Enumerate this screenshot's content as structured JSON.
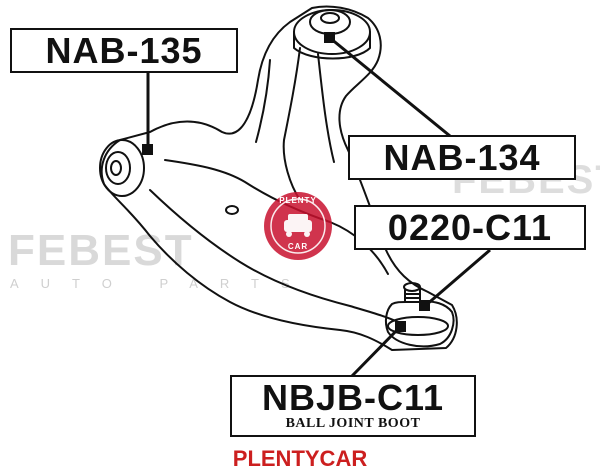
{
  "labels": {
    "nab_135": "NAB-135",
    "nab_134": "NAB-134",
    "c_0220_c11": "0220-C11",
    "nbjb_c11": "NBJB-C11",
    "ball_joint_boot": "BALL JOINT BOOT"
  },
  "watermarks": {
    "brand": "FEBEST",
    "brand_sub": "AUTO PARTS",
    "badge_top": "PLENTY",
    "badge_bottom": "CAR"
  },
  "footer": {
    "text": "PLENTYCAR"
  },
  "colors": {
    "footer_red": "#cc1f1f",
    "badge_red": "#c8102e",
    "line": "#111111"
  }
}
